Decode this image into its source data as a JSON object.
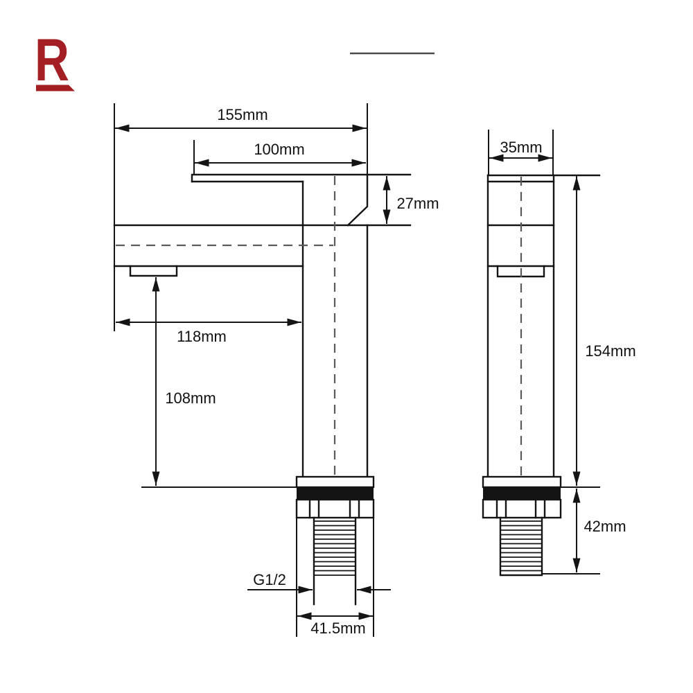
{
  "page": {
    "background": "#ffffff"
  },
  "logo": {
    "letter": "R",
    "color": "#a31f24"
  },
  "header": {
    "divider_color": "#4a4a4a"
  },
  "drawing": {
    "line_color": "#141414",
    "centerline_color": "#5a5a5a",
    "side_view": {
      "dimensions": {
        "overall_length": "155mm",
        "handle_length": "100mm",
        "spout_drop": "27mm",
        "spout_reach": "118mm",
        "spout_height": "108mm",
        "thread_type": "G1/2",
        "base_width": "41.5mm"
      }
    },
    "front_view": {
      "dimensions": {
        "body_width": "35mm",
        "total_height": "154mm",
        "thread_length": "42mm"
      }
    }
  }
}
